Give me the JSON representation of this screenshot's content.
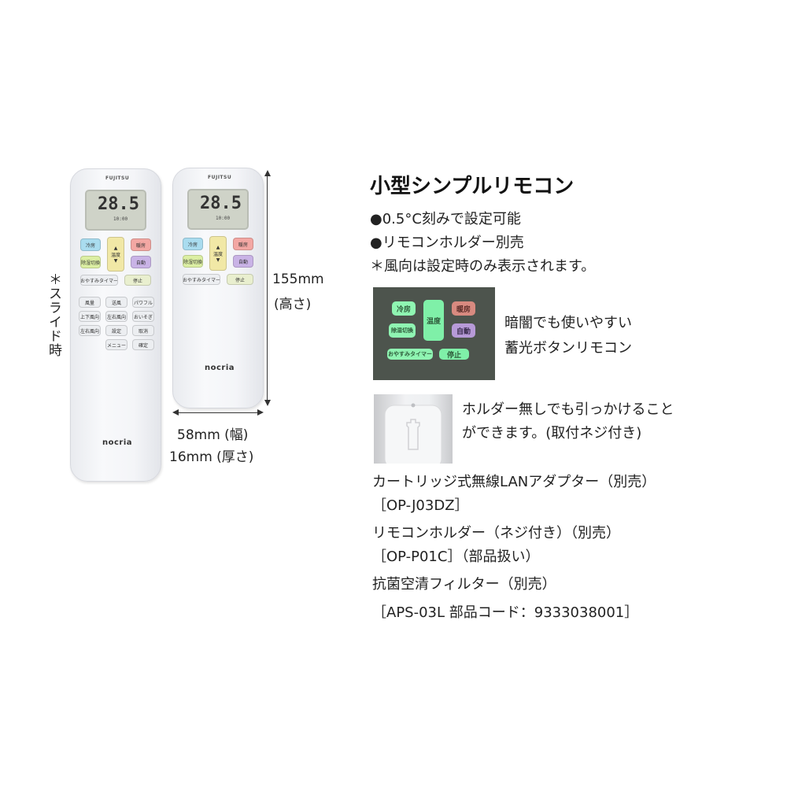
{
  "left_remote": {
    "brand": "FUJITSU",
    "lcd_temp": "28.5",
    "lcd_time": "10:00",
    "buttons_top": [
      "冷房",
      "暖房",
      "除湿切換",
      "自動",
      "温度"
    ],
    "timer_button": "おやすみタイマー",
    "stop_button": "停止",
    "buttons_lower": [
      "風量",
      "送風",
      "パワフル",
      "上下風向",
      "左右風向",
      "おいそぎ",
      "左右風向",
      "設定",
      "取消",
      "メニュー",
      "確定"
    ],
    "logo": "nocria"
  },
  "right_remote": {
    "brand": "FUJITSU",
    "lcd_temp": "28.5",
    "lcd_time": "10:00",
    "buttons_top": [
      "冷房",
      "暖房",
      "除湿切換",
      "自動",
      "温度"
    ],
    "timer_button": "おやすみタイマー",
    "stop_button": "停止",
    "logo": "nocria"
  },
  "slide_note": "＊スライド時",
  "dimensions": {
    "height": "155mm",
    "height_label": "(高さ)",
    "width": "58mm (幅)",
    "depth": "16mm (厚さ)"
  },
  "title": "小型シンプルリモコン",
  "features": [
    "●0.5°C刻みで設定可能",
    "●リモコンホルダー別売",
    "＊風向は設定時のみ表示されます。"
  ],
  "glow": {
    "buttons": [
      "冷房",
      "暖房",
      "温度",
      "除湿切換",
      "自動",
      "おやすみタイマー",
      "停止"
    ],
    "caption_line1": "暗闇でも使いやすい",
    "caption_line2": "蓄光ボタンリモコン"
  },
  "holder": {
    "caption_line1": "ホルダー無しでも引っかけること",
    "caption_line2": "ができます。(取付ネジ付き)"
  },
  "accessories": [
    "カートリッジ式無線LANアダプター（別売）",
    "［OP-J03DZ］",
    "リモコンホルダー（ネジ付き）（別売）",
    "［OP-P01C］（部品扱い）",
    "抗菌空清フィルター（別売）",
    "［APS-03L  部品コード：9333038001］"
  ],
  "colors": {
    "cool": "#a9dcef",
    "heat": "#f3a7a3",
    "dry": "#dcefa3",
    "auto": "#c9b3e6",
    "temp": "#f1e8a6",
    "glow_green": "#7ff0a8",
    "glow_red": "#d88a80",
    "glow_purple": "#b79ad8"
  }
}
